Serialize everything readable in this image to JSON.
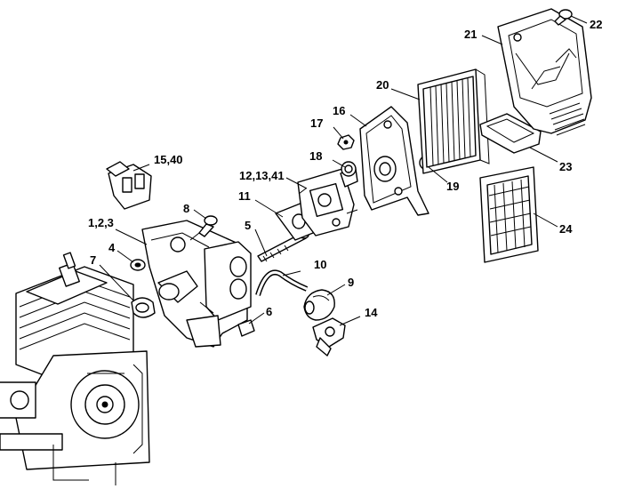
{
  "colors": {
    "ink": "#000000",
    "paper": "#ffffff"
  },
  "callouts": {
    "c1": "1,2,3",
    "c4": "4",
    "c5": "5",
    "c6": "6",
    "c7": "7",
    "c8": "8",
    "c9": "9",
    "c10": "10",
    "c11": "11",
    "c12": "12,13,41",
    "c14": "14",
    "c15": "15,40",
    "c16": "16",
    "c17": "17",
    "c18": "18",
    "c19": "19",
    "c20": "20",
    "c21": "21",
    "c22": "22",
    "c23": "23",
    "c24": "24"
  }
}
